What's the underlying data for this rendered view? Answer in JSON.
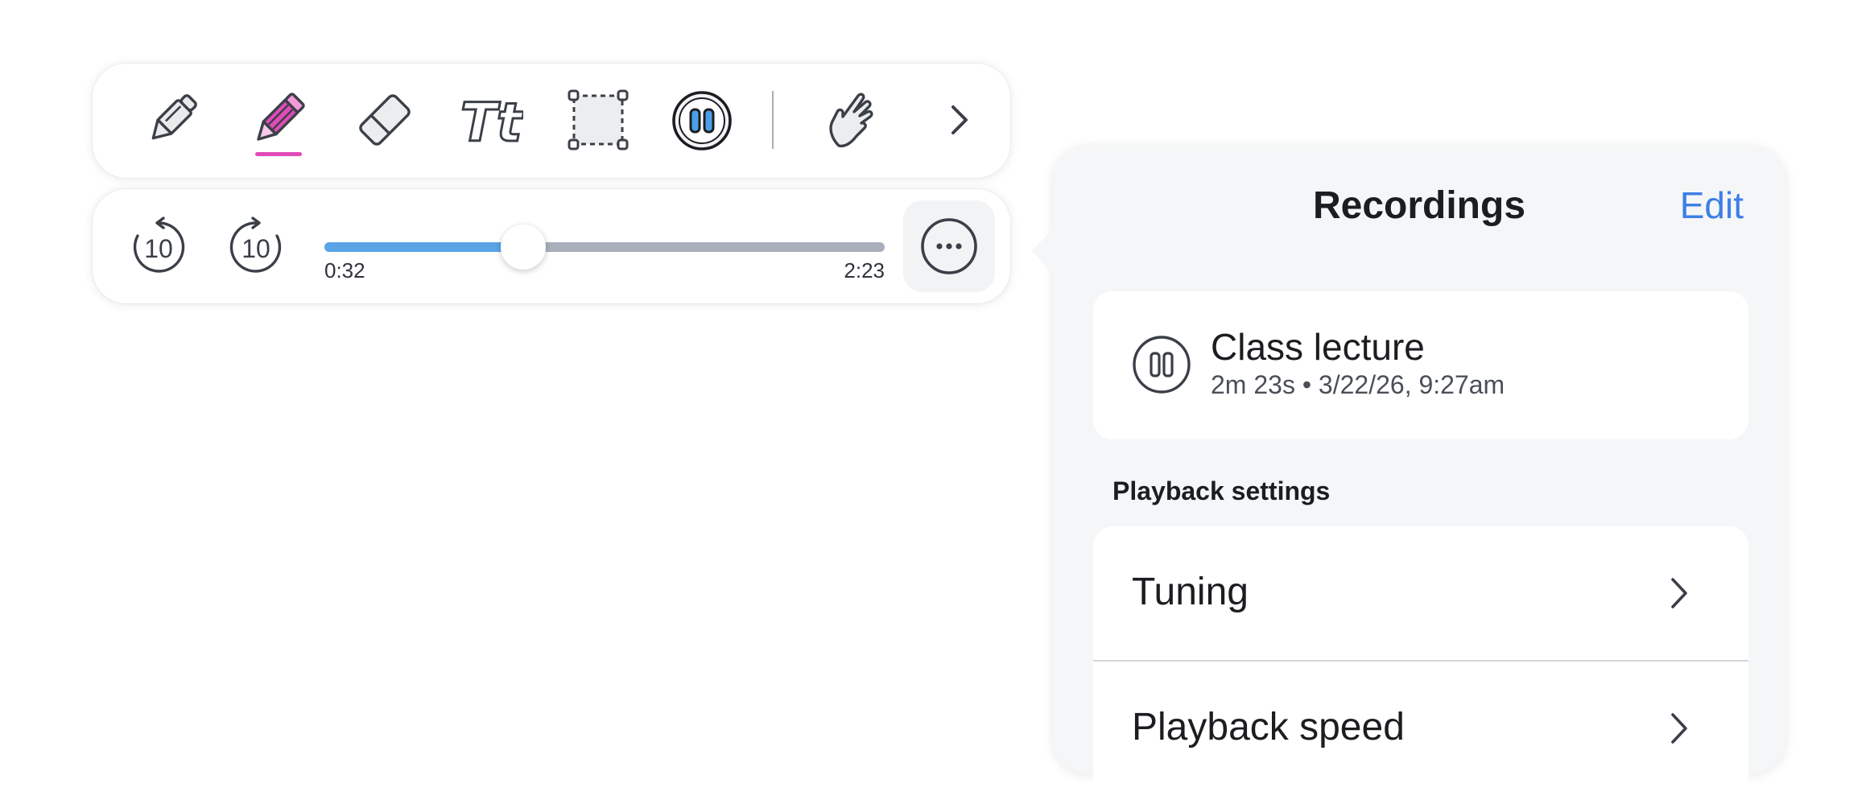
{
  "toolbar": {
    "tools": [
      {
        "name": "pen",
        "icon": "pen-icon"
      },
      {
        "name": "pencil",
        "icon": "pencil-icon",
        "selected": true,
        "accent_color": "#e04bb8"
      },
      {
        "name": "eraser",
        "icon": "eraser-icon"
      },
      {
        "name": "text",
        "icon": "text-tool-icon"
      },
      {
        "name": "selection",
        "icon": "selection-box-icon"
      },
      {
        "name": "recording",
        "icon": "pause-icon"
      },
      {
        "name": "hand",
        "icon": "pointing-hand-icon"
      },
      {
        "name": "expand",
        "icon": "chevron-right-icon"
      }
    ]
  },
  "player": {
    "skip_back_label": "10",
    "skip_forward_label": "10",
    "current_time": "0:32",
    "total_time": "2:23",
    "progress": 0.355,
    "accent_color": "#5aa4e6",
    "more_icon": "more-options-icon"
  },
  "panel": {
    "title": "Recordings",
    "edit_label": "Edit",
    "recording": {
      "title": "Class lecture",
      "meta": "2m 23s • 3/22/26, 9:27am",
      "icon": "pause-icon"
    },
    "section_label": "Playback settings",
    "settings": [
      {
        "label": "Tuning",
        "icon": "chevron-right-icon"
      },
      {
        "label": "Playback speed",
        "icon": "chevron-right-icon"
      }
    ],
    "link_color": "#3e7fe6"
  }
}
